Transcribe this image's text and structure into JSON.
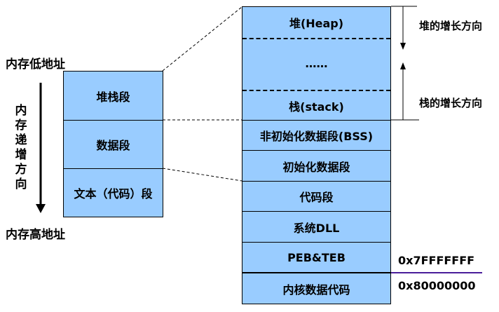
{
  "left": {
    "low_addr": "内存低地址",
    "high_addr": "内存高地址",
    "direction_chars": [
      "内",
      "存",
      "递",
      "增",
      "方",
      "向"
    ],
    "segments": [
      "堆栈段",
      "数据段",
      "文本（代码）段"
    ]
  },
  "right": {
    "heap": "堆(Heap)",
    "ellipsis": "……",
    "stack": "栈(stack)",
    "rows": [
      "非初始化数据段(BSS)",
      "初始化数据段",
      "代码段",
      "系统DLL",
      "PEB&TEB",
      "内核数据代码"
    ],
    "heap_growth": "堆的增长方向",
    "stack_growth": "栈的增长方向",
    "addr_user_top": "0x7FFFFFFF",
    "addr_kernel_start": "0x80000000"
  },
  "colors": {
    "block_fill": "#99ccff",
    "boundary_line": "#4a1d9a"
  }
}
